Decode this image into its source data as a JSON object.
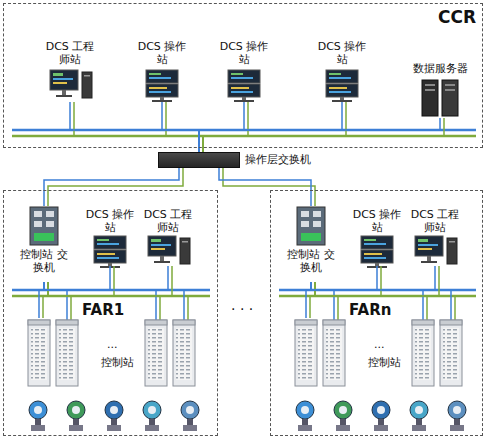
{
  "diagram": {
    "nodes": [
      {
        "text": [
          "CCR"
        ]
      },
      {
        "text": [
          "DCS 工程师站"
        ],
        "in": 0
      },
      {
        "text": [
          "DCS 操作站"
        ],
        "in": 0
      },
      {
        "text": [
          "DCS 操作站"
        ],
        "in": 0
      },
      {
        "text": [
          "DCS 操作站"
        ],
        "in": 0
      },
      {
        "text": [
          "数据服务器"
        ],
        "in": 0
      },
      {
        "text": [
          "操作层交换机"
        ]
      },
      {
        "text": [
          "FAR1"
        ]
      },
      {
        "text": [
          "控制站 交换机"
        ],
        "in": 7
      },
      {
        "text": [
          "DCS 操作站"
        ],
        "in": 7
      },
      {
        "text": [
          "DCS 工程师站"
        ],
        "in": 7
      },
      {
        "text": [
          "控制站"
        ],
        "in": 7
      },
      {
        "text": [
          "FARn"
        ]
      },
      {
        "text": [
          "控制站 交换机"
        ],
        "in": 12
      },
      {
        "text": [
          "DCS 操作站"
        ],
        "in": 12
      },
      {
        "text": [
          "DCS 工程师站"
        ],
        "in": 12
      },
      {
        "text": [
          "控制站"
        ],
        "in": 12
      }
    ],
    "edges": [
      {
        "from": 1,
        "to": 6,
        "arrow": "none"
      },
      {
        "from": 2,
        "to": 6,
        "arrow": "none"
      },
      {
        "from": 3,
        "to": 6,
        "arrow": "none"
      },
      {
        "from": 4,
        "to": 6,
        "arrow": "none"
      },
      {
        "from": 5,
        "to": 6,
        "arrow": "none"
      },
      {
        "from": 6,
        "to": 8,
        "arrow": "none"
      },
      {
        "from": 6,
        "to": 13,
        "arrow": "none"
      },
      {
        "from": 8,
        "to": 9,
        "arrow": "none"
      },
      {
        "from": 8,
        "to": 10,
        "arrow": "none"
      },
      {
        "from": 8,
        "to": 11,
        "arrow": "none"
      },
      {
        "from": 13,
        "to": 14,
        "arrow": "none"
      },
      {
        "from": 13,
        "to": 15,
        "arrow": "none"
      },
      {
        "from": 13,
        "to": 16,
        "arrow": "none"
      }
    ],
    "labels": [
      "...",
      "...",
      "· · ·"
    ]
  }
}
